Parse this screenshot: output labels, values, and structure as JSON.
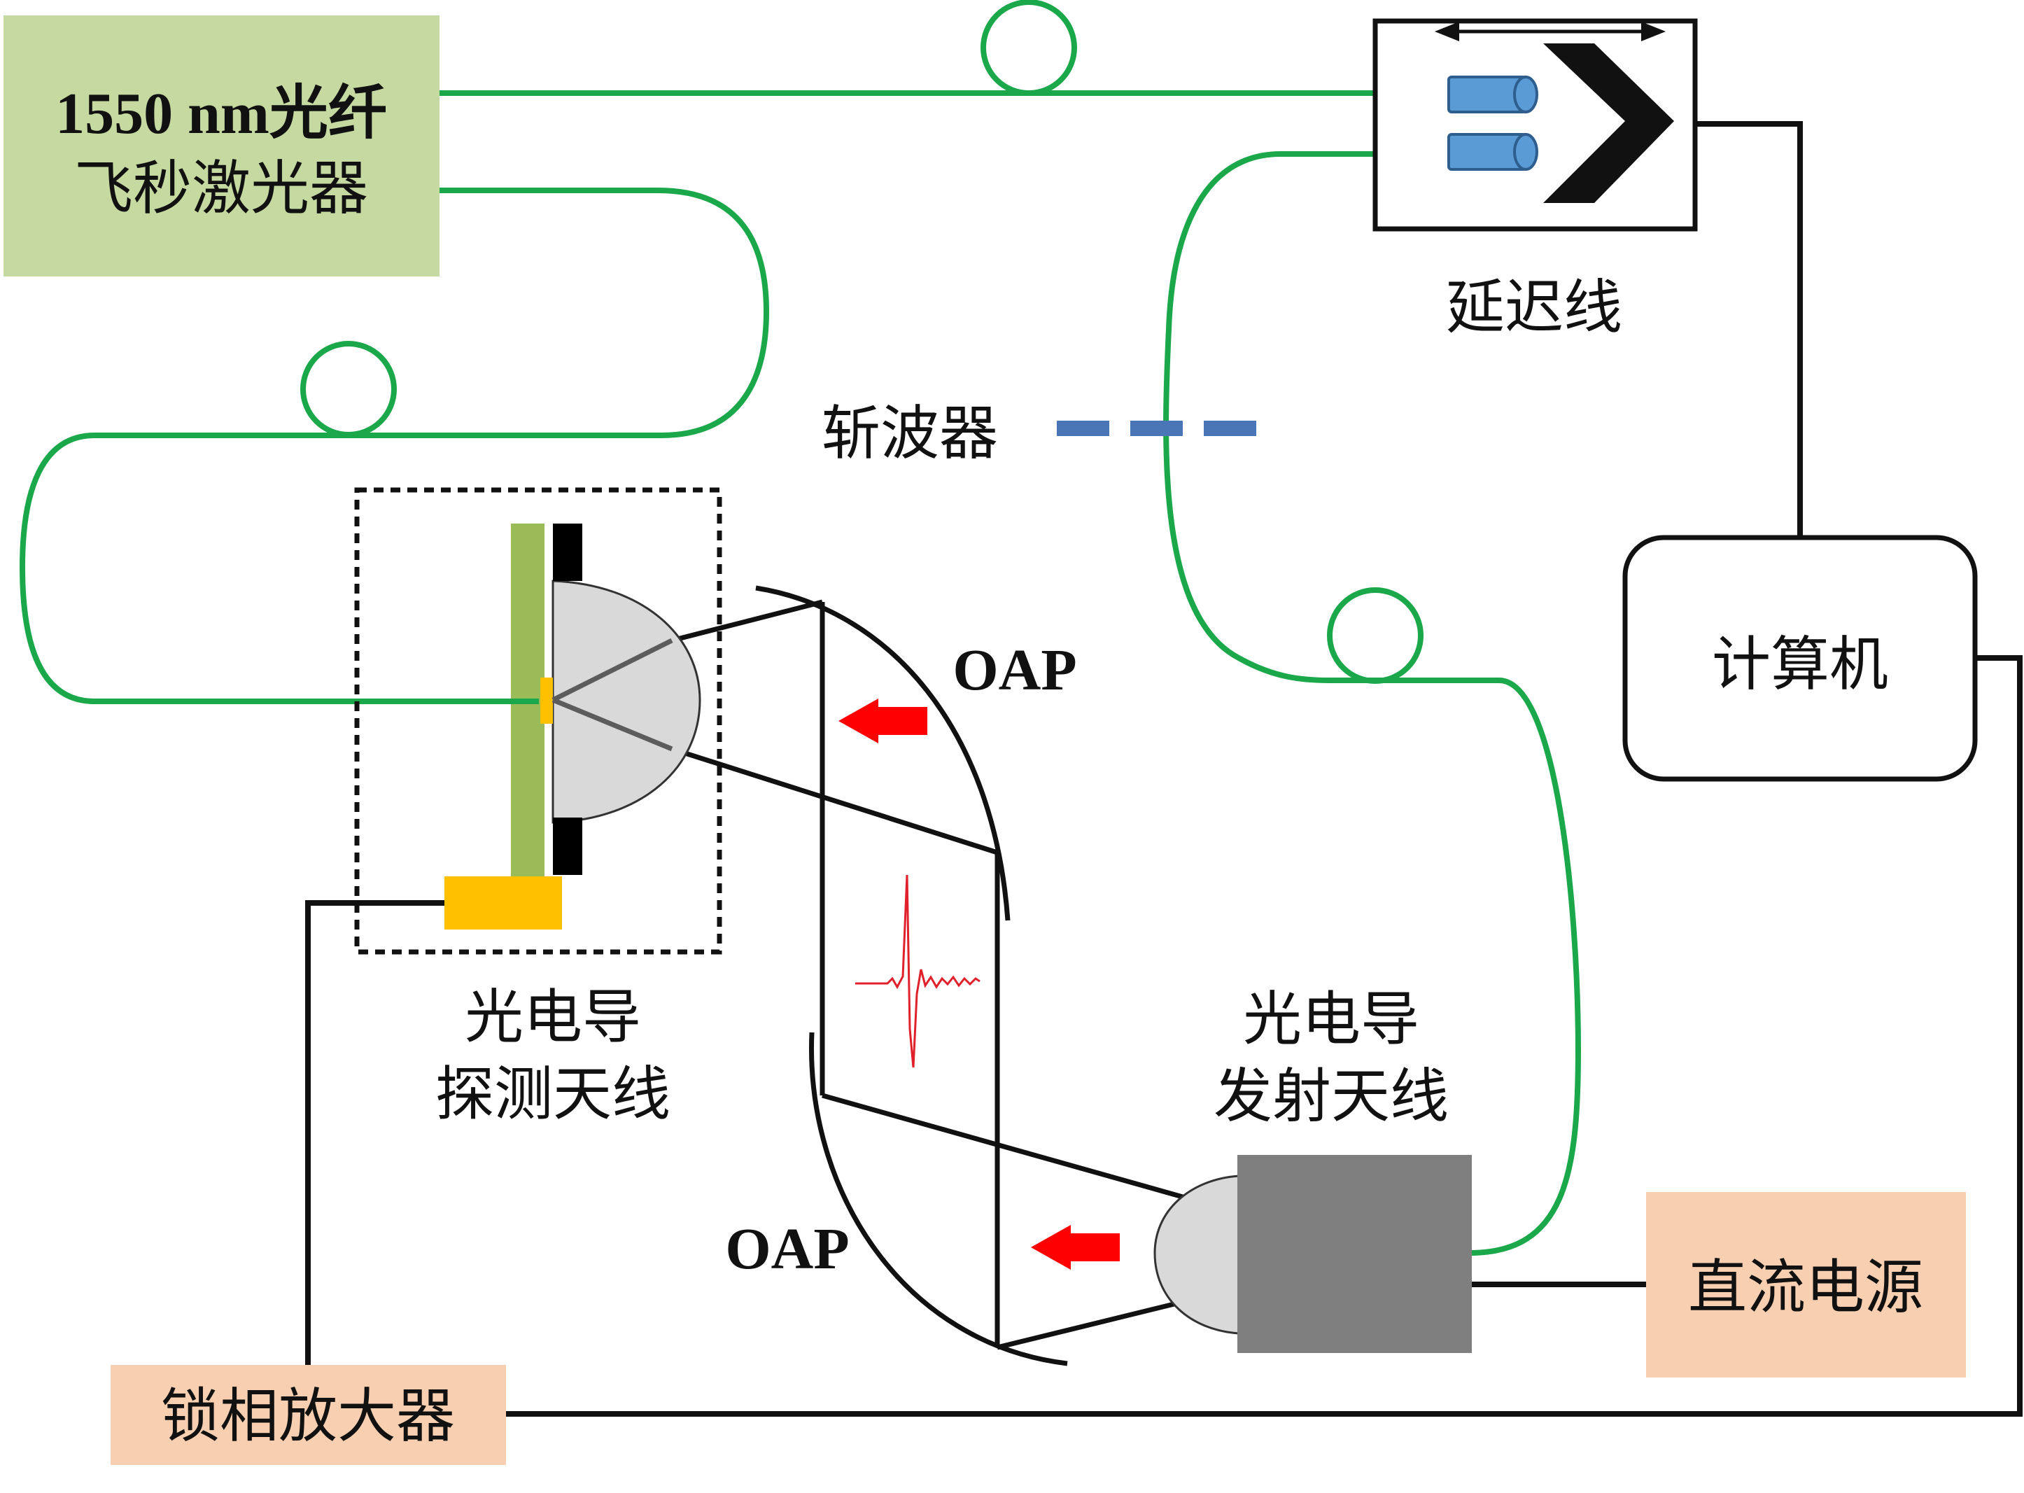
{
  "laser": {
    "line1": "1550 nm光纤",
    "line2": "飞秒激光器",
    "fill": "#c5d9a0"
  },
  "delay_line": {
    "label": "延迟线"
  },
  "chopper": {
    "label": "斩波器",
    "color": "#4a76b8"
  },
  "computer": {
    "label": "计算机"
  },
  "detector": {
    "line1": "光电导",
    "line2": "探测天线"
  },
  "emitter": {
    "line1": "光电导",
    "line2": "发射天线"
  },
  "oap_top": {
    "label": "OAP"
  },
  "oap_bottom": {
    "label": "OAP"
  },
  "dc_supply": {
    "label": "直流电源",
    "fill": "#f8cfb0"
  },
  "lockin": {
    "label": "锁相放大器",
    "fill": "#f8cfb0"
  },
  "colors": {
    "fiber": "#1aa84a",
    "wire": "#111111",
    "arrow": "#ff0000",
    "collimator": "#5b9bd5",
    "pad": "#ffc000",
    "substrate": "#9bbb59",
    "emitter_box": "#7f7f7f",
    "lens": "#d9d9d9",
    "pulse": "#e0202a"
  }
}
